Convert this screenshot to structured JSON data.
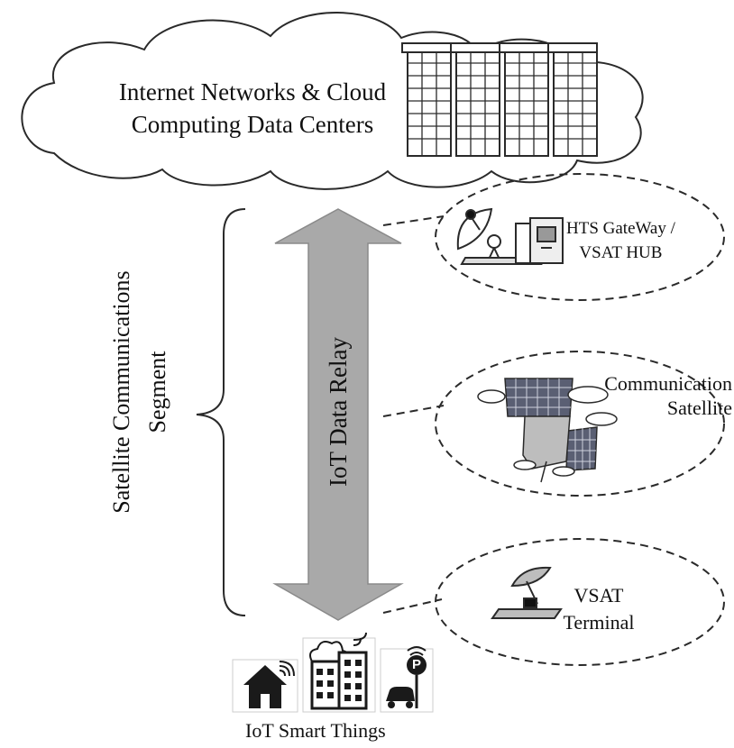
{
  "cloud": {
    "line1": "Internet Networks & Cloud",
    "line2": "Computing Data Centers"
  },
  "segment": {
    "line1": "Satellite Communications",
    "line2": "Segment"
  },
  "relay": {
    "label": "IoT Data Relay"
  },
  "gateway": {
    "line1": "HTS GateWay /",
    "line2": "VSAT HUB"
  },
  "satellite": {
    "line1": "Communication",
    "line2": "Satellite"
  },
  "terminal": {
    "line1": "VSAT",
    "line2": "Terminal"
  },
  "things": {
    "label": "IoT Smart Things",
    "parking_glyph": "P"
  },
  "colors": {
    "arrow_fill": "#a9a9a9",
    "stroke": "#2a2a2a",
    "panel": "#5a5f73",
    "icon_dark": "#1a1a1a"
  }
}
